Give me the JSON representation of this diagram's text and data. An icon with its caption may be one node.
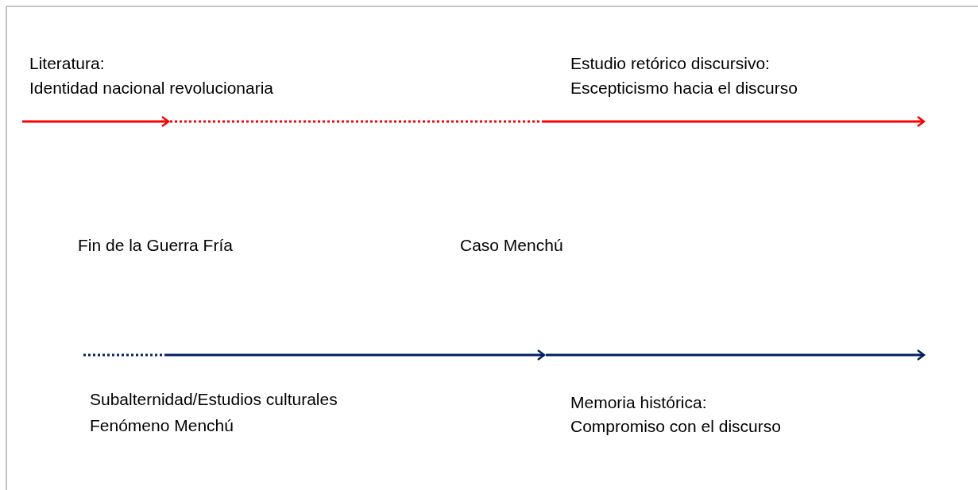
{
  "diagram": {
    "labels": [
      "Literatura:",
      "Identidad nacional revolucionaria",
      "Estudio retórico discursivo:",
      "Escepticismo hacia el discurso",
      "Fin de la Guerra Fría",
      "Caso Menchú",
      "Subalternidad/Estudios culturales",
      "Fenómeno Menchú",
      "Memoria histórica:",
      "Compromiso con el discurso"
    ]
  }
}
